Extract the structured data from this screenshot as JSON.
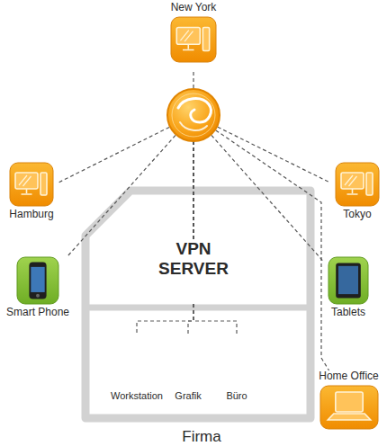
{
  "diagram": {
    "nodes": [
      {
        "text": [
          "New York"
        ]
      },
      {
        "text": [
          "Hamburg"
        ]
      },
      {
        "text": [
          "Tokyo"
        ]
      },
      {
        "text": [
          "Smart Phone"
        ]
      },
      {
        "text": [
          "Tablets"
        ]
      },
      {
        "text": [
          "Firma"
        ]
      },
      {
        "text": [
          "VPN SERVER"
        ],
        "in": 5
      },
      {
        "text": [
          "Workstation"
        ],
        "in": 5
      },
      {
        "text": [
          "Grafik"
        ],
        "in": 5
      },
      {
        "text": [
          "Büro"
        ],
        "in": 5
      },
      {
        "text": [
          "Home Office"
        ]
      }
    ],
    "edges": [
      {
        "from": 6,
        "to": 0,
        "arrow": "none"
      },
      {
        "from": 6,
        "to": 1,
        "arrow": "none"
      },
      {
        "from": 6,
        "to": 2,
        "arrow": "none"
      },
      {
        "from": 6,
        "to": 3,
        "arrow": "none"
      },
      {
        "from": 6,
        "to": 4,
        "arrow": "none"
      },
      {
        "from": 6,
        "to": 10,
        "arrow": "none"
      },
      {
        "from": 6,
        "to": 7,
        "arrow": "none"
      },
      {
        "from": 6,
        "to": 8,
        "arrow": "none"
      },
      {
        "from": 6,
        "to": 9,
        "arrow": "none"
      }
    ]
  }
}
